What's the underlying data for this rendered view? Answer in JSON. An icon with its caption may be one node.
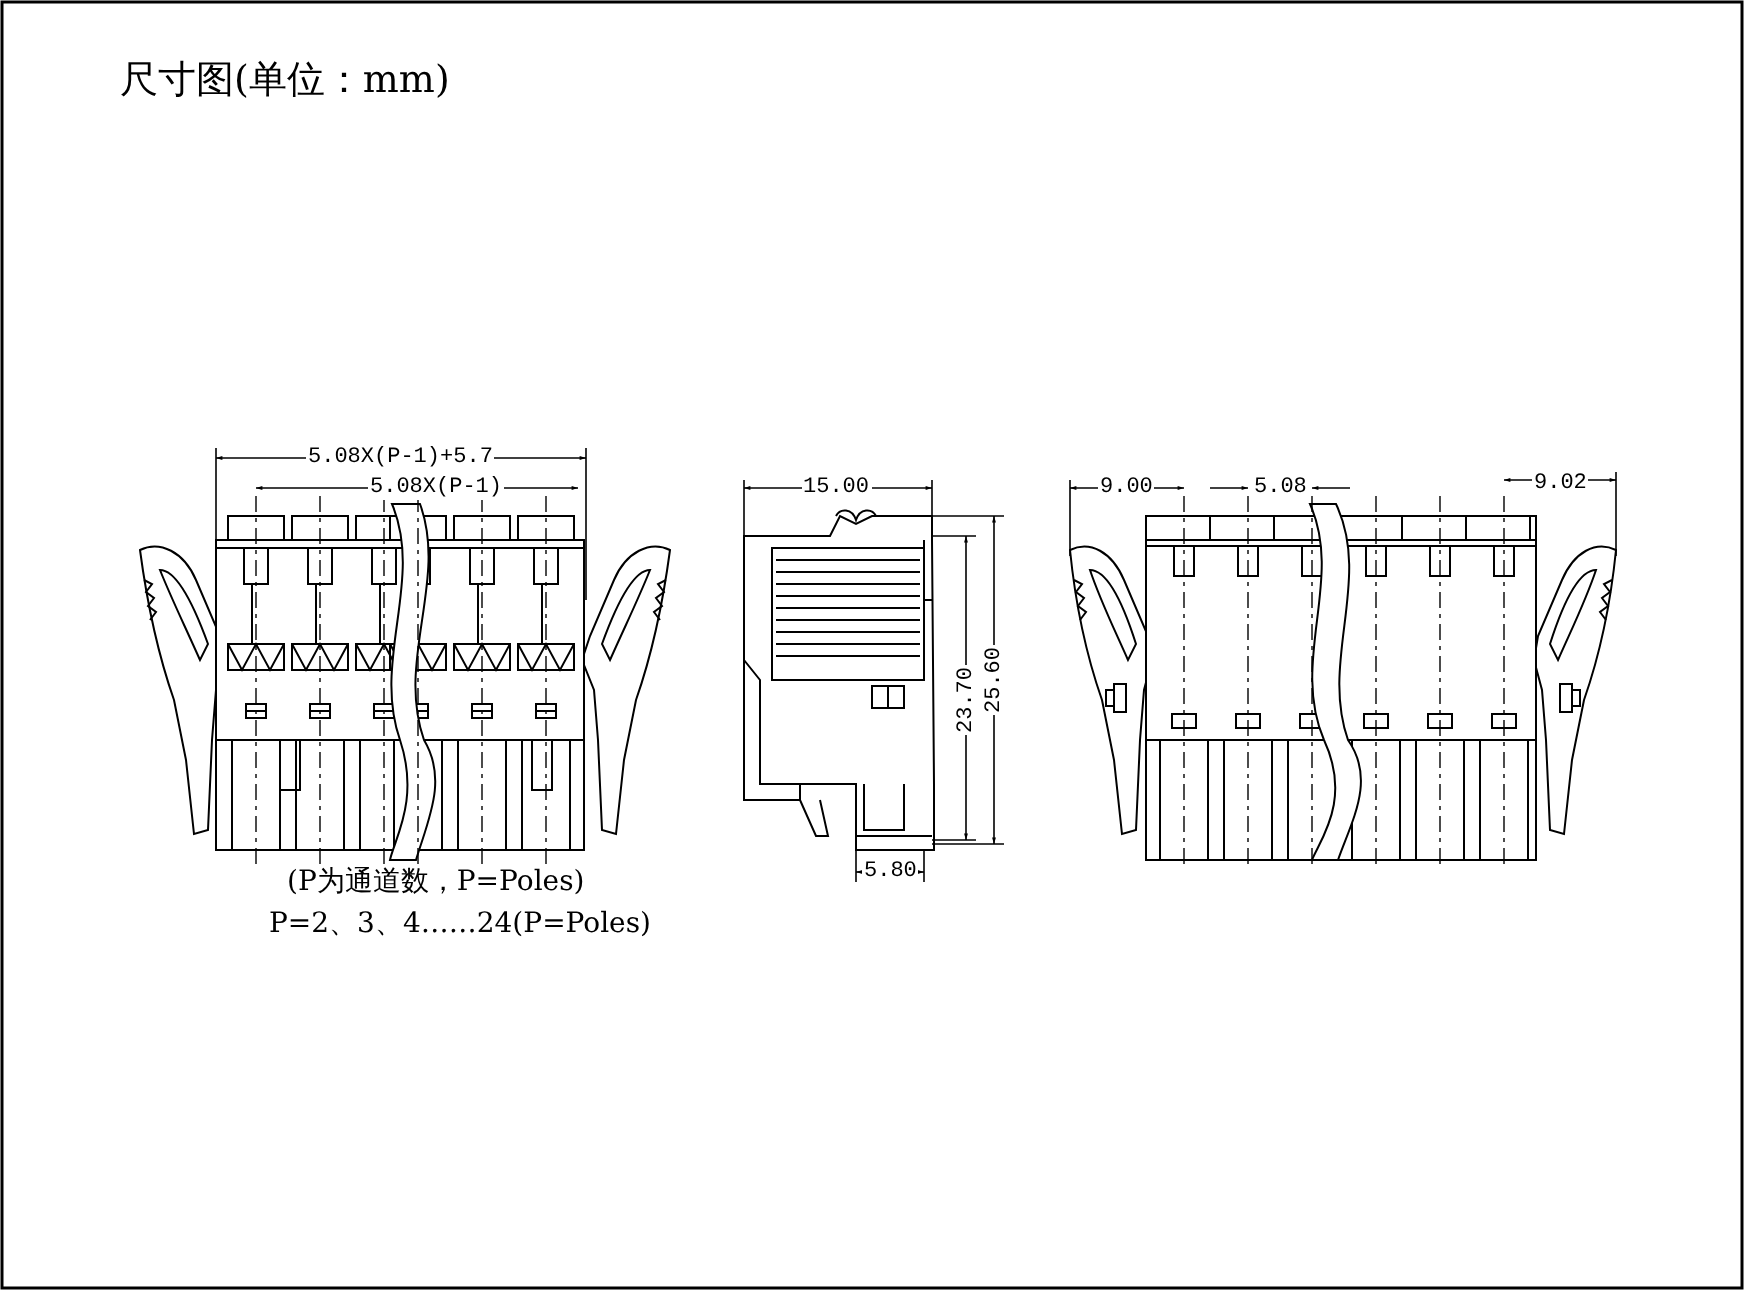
{
  "diagram": {
    "title": "尺寸图(单位：mm)",
    "labels": [
      "5.08X(P-1)+5.7",
      "5.08X(P-1)",
      "15.00",
      "9.00",
      "5.08",
      "9.02",
      "23.70",
      "25.60",
      "5.80",
      "(P为通道数，P=Poles)",
      "P=2、3、4……24(P=Poles)"
    ]
  }
}
